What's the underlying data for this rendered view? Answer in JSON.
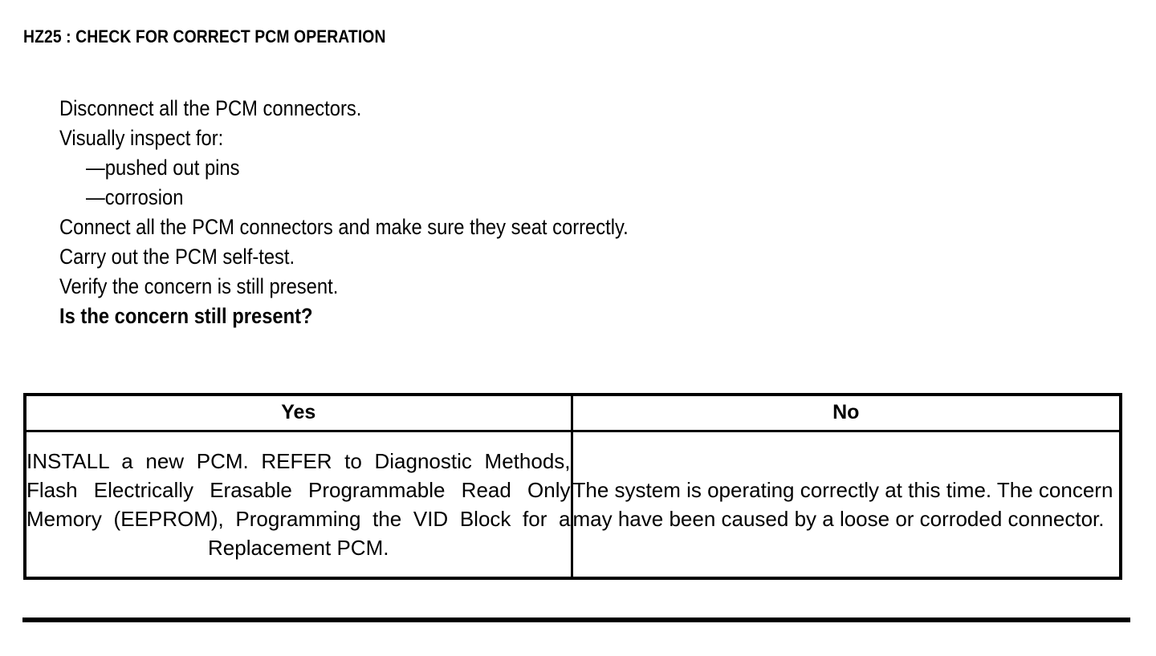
{
  "document": {
    "step_title": "HZ25 : CHECK FOR CORRECT PCM OPERATION",
    "instructions": [
      {
        "text": "Disconnect all the PCM connectors.",
        "style": "normal",
        "indent": false
      },
      {
        "text": "Visually inspect for:",
        "style": "normal",
        "indent": false
      },
      {
        "text": "—pushed out pins",
        "style": "normal",
        "indent": true
      },
      {
        "text": "—corrosion",
        "style": "normal",
        "indent": true
      },
      {
        "text": "Connect all the PCM connectors and make sure they seat correctly.",
        "style": "normal",
        "indent": false
      },
      {
        "text": "Carry out the PCM self-test.",
        "style": "normal",
        "indent": false
      },
      {
        "text": "Verify the concern is still present.",
        "style": "normal",
        "indent": false
      },
      {
        "text": "Is the concern still present?",
        "style": "bold",
        "indent": false
      }
    ],
    "decision_table": {
      "headers": {
        "yes": "Yes",
        "no": "No"
      },
      "cells": {
        "yes": "INSTALL a new PCM. REFER to Diagnostic Methods, Flash Electrically Erasable Programmable Read Only Memory (EEPROM), Programming the VID Block for a Replacement PCM.",
        "no": "The system is operating correctly at this time. The concern may have been caused by a loose or corroded connector."
      }
    },
    "colors": {
      "ink": "#000000",
      "paper": "#ffffff"
    }
  }
}
